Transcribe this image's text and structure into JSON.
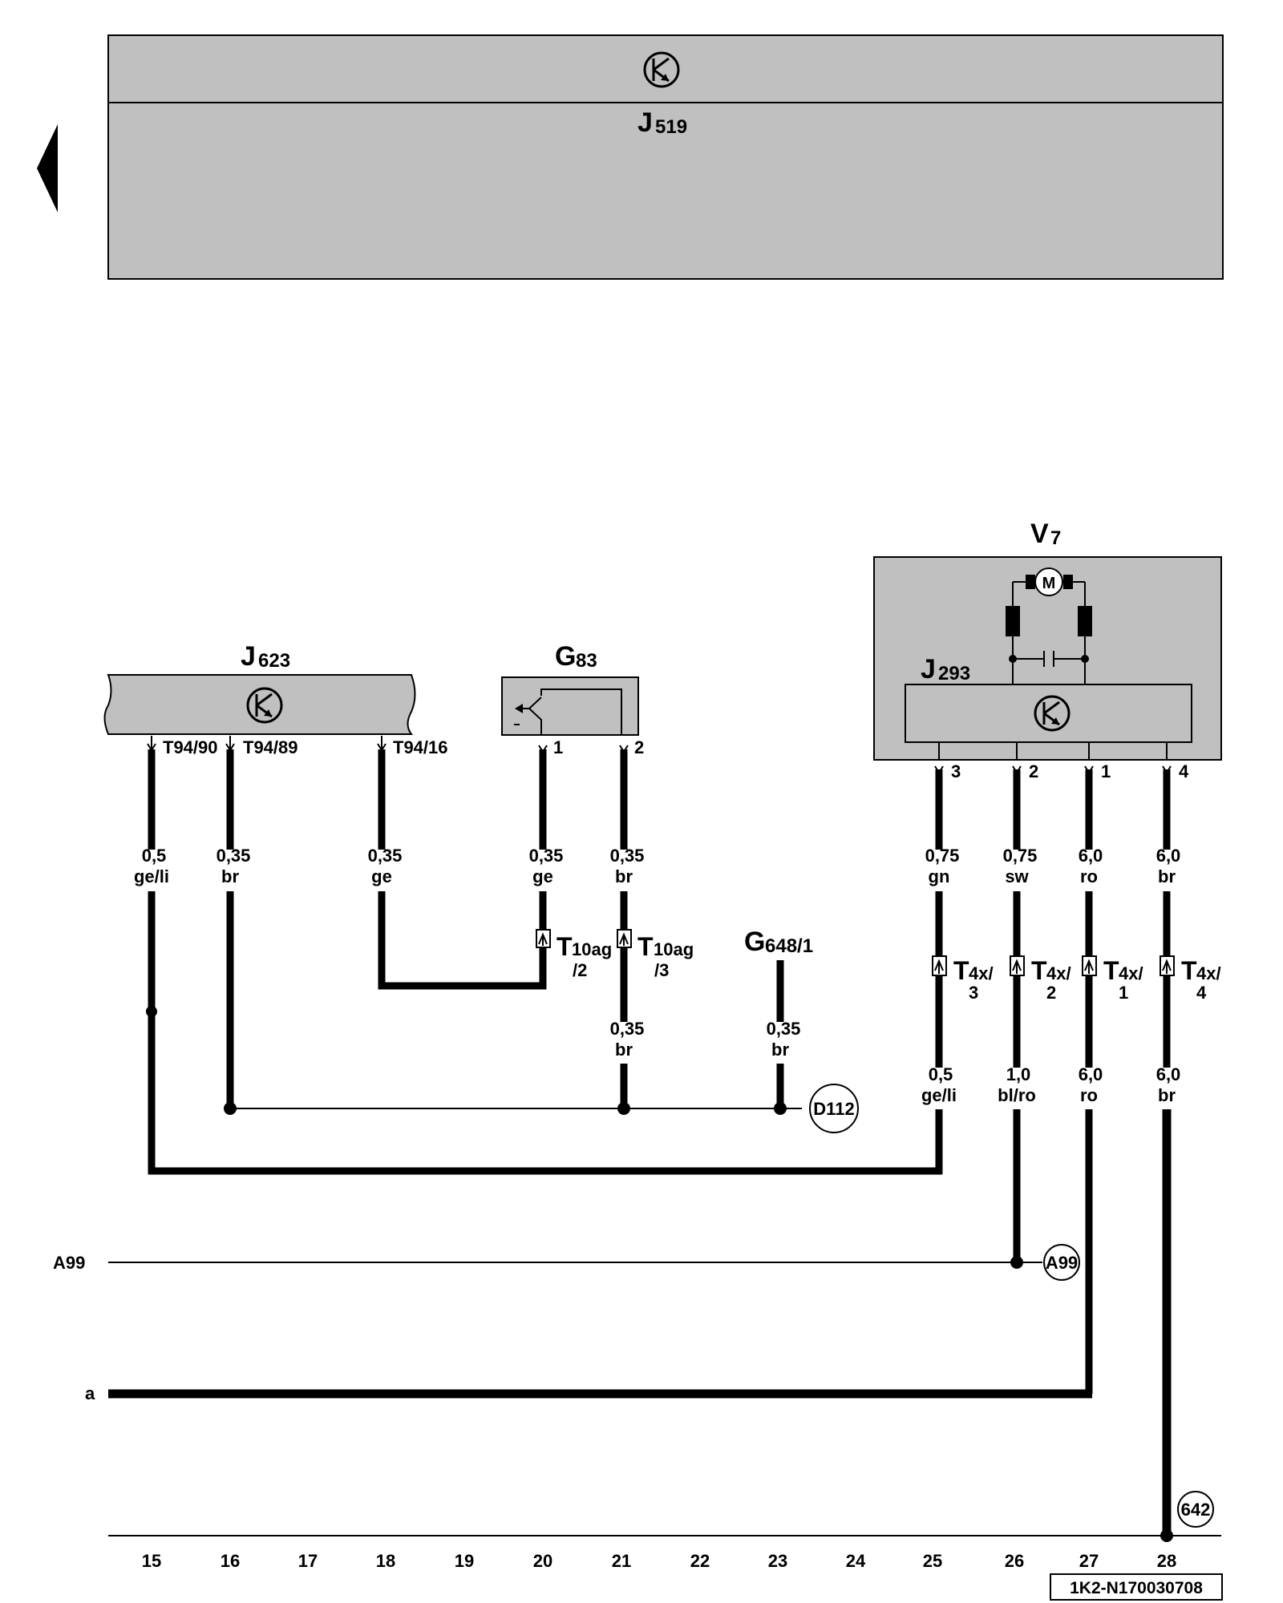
{
  "components": {
    "j519": {
      "main": "J",
      "sub": "519"
    },
    "j623": {
      "main": "J",
      "sub": "623"
    },
    "g83": {
      "main": "G",
      "sub": "83"
    },
    "v7": {
      "main": "V",
      "sub": "7"
    },
    "j293": {
      "main": "J",
      "sub": "293"
    },
    "g648": {
      "main": "G",
      "sub": "648/1"
    },
    "motor": "M"
  },
  "j623_pins": [
    "T94/90",
    "T94/89",
    "T94/16"
  ],
  "g83_pins": [
    "1",
    "2"
  ],
  "v7_pins": [
    "3",
    "2",
    "1",
    "4"
  ],
  "wires_upper": [
    {
      "size": "0,5",
      "color": "ge/li"
    },
    {
      "size": "0,35",
      "color": "br"
    },
    {
      "size": "0,35",
      "color": "ge"
    },
    {
      "size": "0,35",
      "color": "ge"
    },
    {
      "size": "0,35",
      "color": "br"
    },
    {
      "size": "0,75",
      "color": "gn"
    },
    {
      "size": "0,75",
      "color": "sw"
    },
    {
      "size": "6,0",
      "color": "ro"
    },
    {
      "size": "6,0",
      "color": "br"
    }
  ],
  "wires_lower": [
    {
      "size": "0,35",
      "color": "br"
    },
    {
      "size": "0,35",
      "color": "br"
    },
    {
      "size": "0,5",
      "color": "ge/li"
    },
    {
      "size": "1,0",
      "color": "bl/ro"
    },
    {
      "size": "6,0",
      "color": "ro"
    },
    {
      "size": "6,0",
      "color": "br"
    }
  ],
  "connectors": {
    "t10ag_2": {
      "main": "T",
      "sub": "10ag",
      "pin": "/2"
    },
    "t10ag_3": {
      "main": "T",
      "sub": "10ag",
      "pin": "/3"
    },
    "t4x_3": {
      "main": "T",
      "sub": "4x/",
      "pin": "3"
    },
    "t4x_2": {
      "main": "T",
      "sub": "4x/",
      "pin": "2"
    },
    "t4x_1": {
      "main": "T",
      "sub": "4x/",
      "pin": "1"
    },
    "t4x_4": {
      "main": "T",
      "sub": "4x/",
      "pin": "4"
    }
  },
  "refs": {
    "d112": "D112",
    "a99_circle": "A99",
    "a99_left": "A99",
    "a_left": "a",
    "n642": "642"
  },
  "column_numbers": [
    "15",
    "16",
    "17",
    "18",
    "19",
    "20",
    "21",
    "22",
    "23",
    "24",
    "25",
    "26",
    "27",
    "28"
  ],
  "diagram_code": "1K2-N170030708",
  "colors": {
    "module_fill": "#c0c0c0",
    "line": "#000000",
    "background": "#ffffff"
  },
  "icons": {
    "nav_arrow": "triangle-left-icon",
    "module_symbol": "transistor-circle-icon",
    "connector_symbol": "connector-pin-icon"
  }
}
